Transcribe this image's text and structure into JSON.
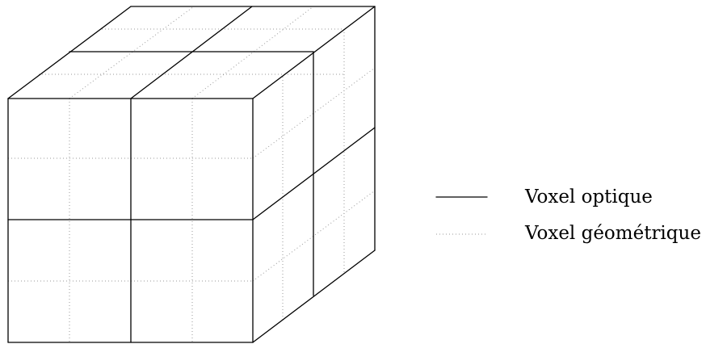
{
  "diagram": {
    "description_free": true,
    "cube_subdivisions": {
      "optical": 2,
      "geometric": 4
    }
  },
  "legend": {
    "solid_label": "Voxel optique",
    "dotted_label": "Voxel géométrique"
  },
  "colors": {
    "solid_line": "#000000",
    "dotted_line": "#9a9a9a"
  }
}
